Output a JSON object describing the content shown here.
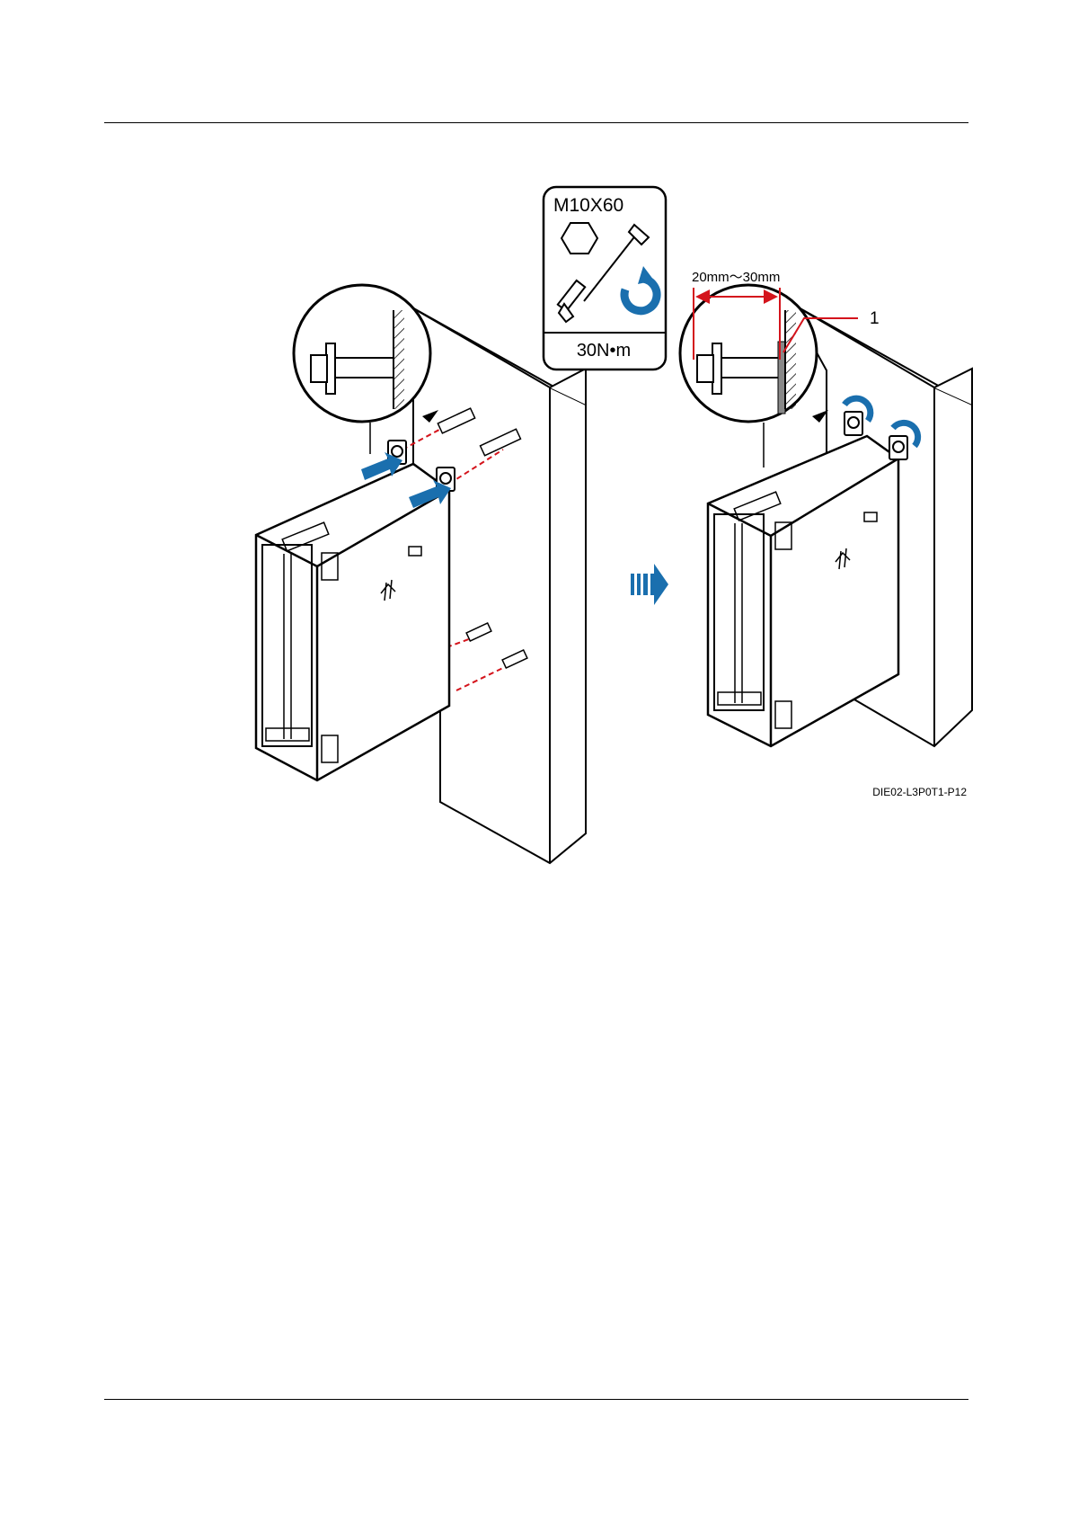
{
  "figure": {
    "fastener_spec": "M10X60",
    "torque": "30N•m",
    "gap_dimension": "20mm～30mm",
    "callout_number": "1",
    "figure_code": "DIE02-L3P0T1-P12"
  },
  "colors": {
    "line": "#000000",
    "dimension_red": "#d4141c",
    "action_blue": "#1a6fae",
    "wall_fill": "#ffffff"
  }
}
